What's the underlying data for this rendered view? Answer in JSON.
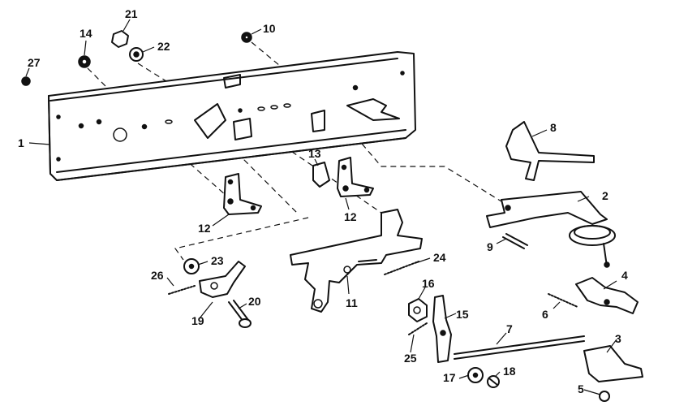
{
  "callouts": {
    "c1": "1",
    "c2": "2",
    "c3": "3",
    "c4": "4",
    "c5": "5",
    "c6": "6",
    "c7": "7",
    "c8": "8",
    "c9": "9",
    "c10": "10",
    "c11": "11",
    "c12a": "12",
    "c12b": "12",
    "c13": "13",
    "c14": "14",
    "c15": "15",
    "c16": "16",
    "c17": "17",
    "c18": "18",
    "c19": "19",
    "c20": "20",
    "c21": "21",
    "c22": "22",
    "c23": "23",
    "c24": "24",
    "c25": "25",
    "c26": "26",
    "c27": "27"
  }
}
